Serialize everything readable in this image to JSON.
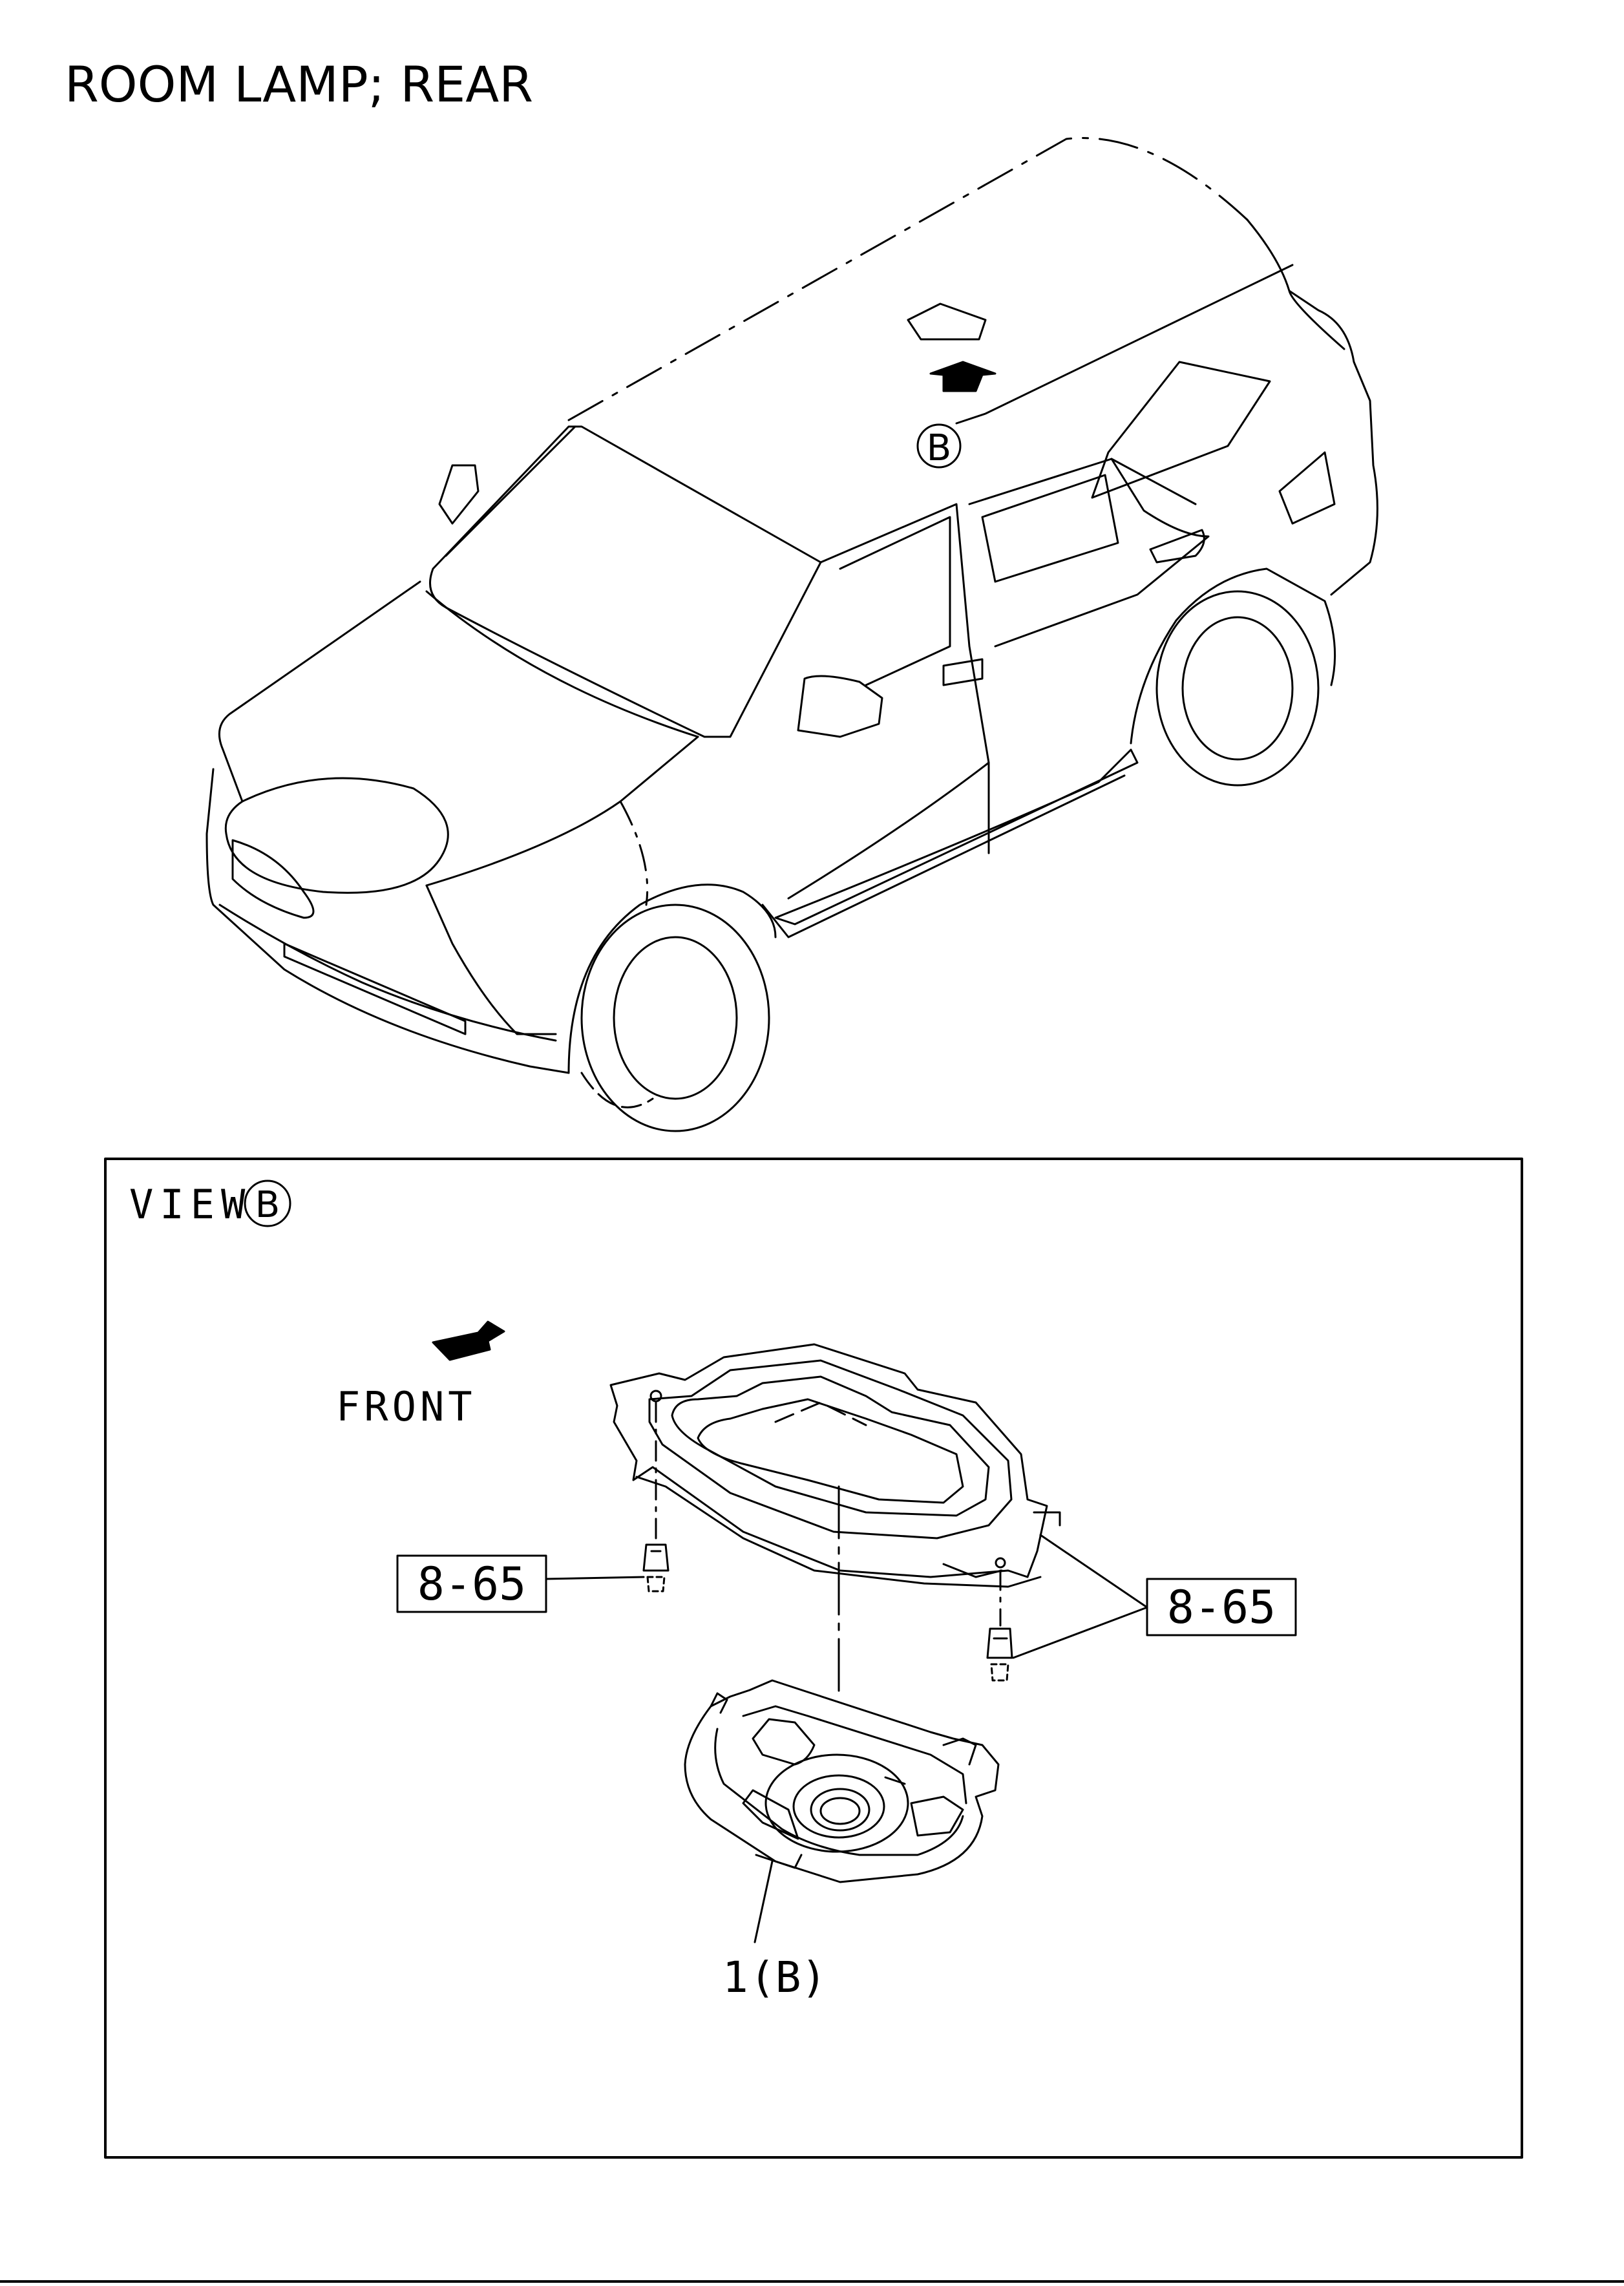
{
  "title": "ROOM LAMP; REAR",
  "view_marker": "B",
  "view_label": "VIEW",
  "front_label": "FRONT",
  "callouts": {
    "left_ref": "8-65",
    "right_ref": "8-65",
    "part_number": "1",
    "part_suffix": "(B)"
  },
  "colors": {
    "line": "#000000",
    "background": "#ffffff"
  },
  "icons": [
    "direction-arrow-up-icon",
    "front-direction-arrow-icon",
    "circled-letter-icon"
  ]
}
